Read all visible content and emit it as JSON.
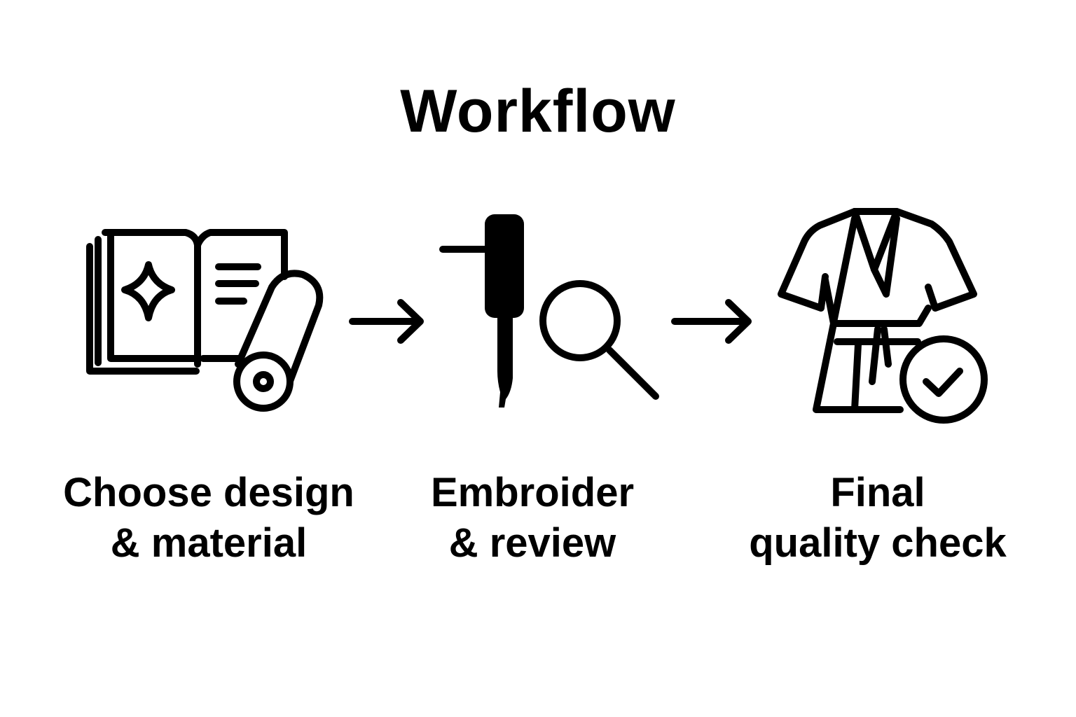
{
  "title": "Workflow",
  "steps": [
    {
      "icon": "book-fabric-roll-icon",
      "line1": "Choose design",
      "line2": "& material"
    },
    {
      "icon": "needle-magnifier-icon",
      "line1": "Embroider",
      "line2": "& review"
    },
    {
      "icon": "robe-check-icon",
      "line1": "Final",
      "line2": "quality check"
    }
  ],
  "connectors": [
    "arrow-right-icon",
    "arrow-right-icon"
  ],
  "colors": {
    "stroke": "#000000",
    "background": "#ffffff"
  }
}
